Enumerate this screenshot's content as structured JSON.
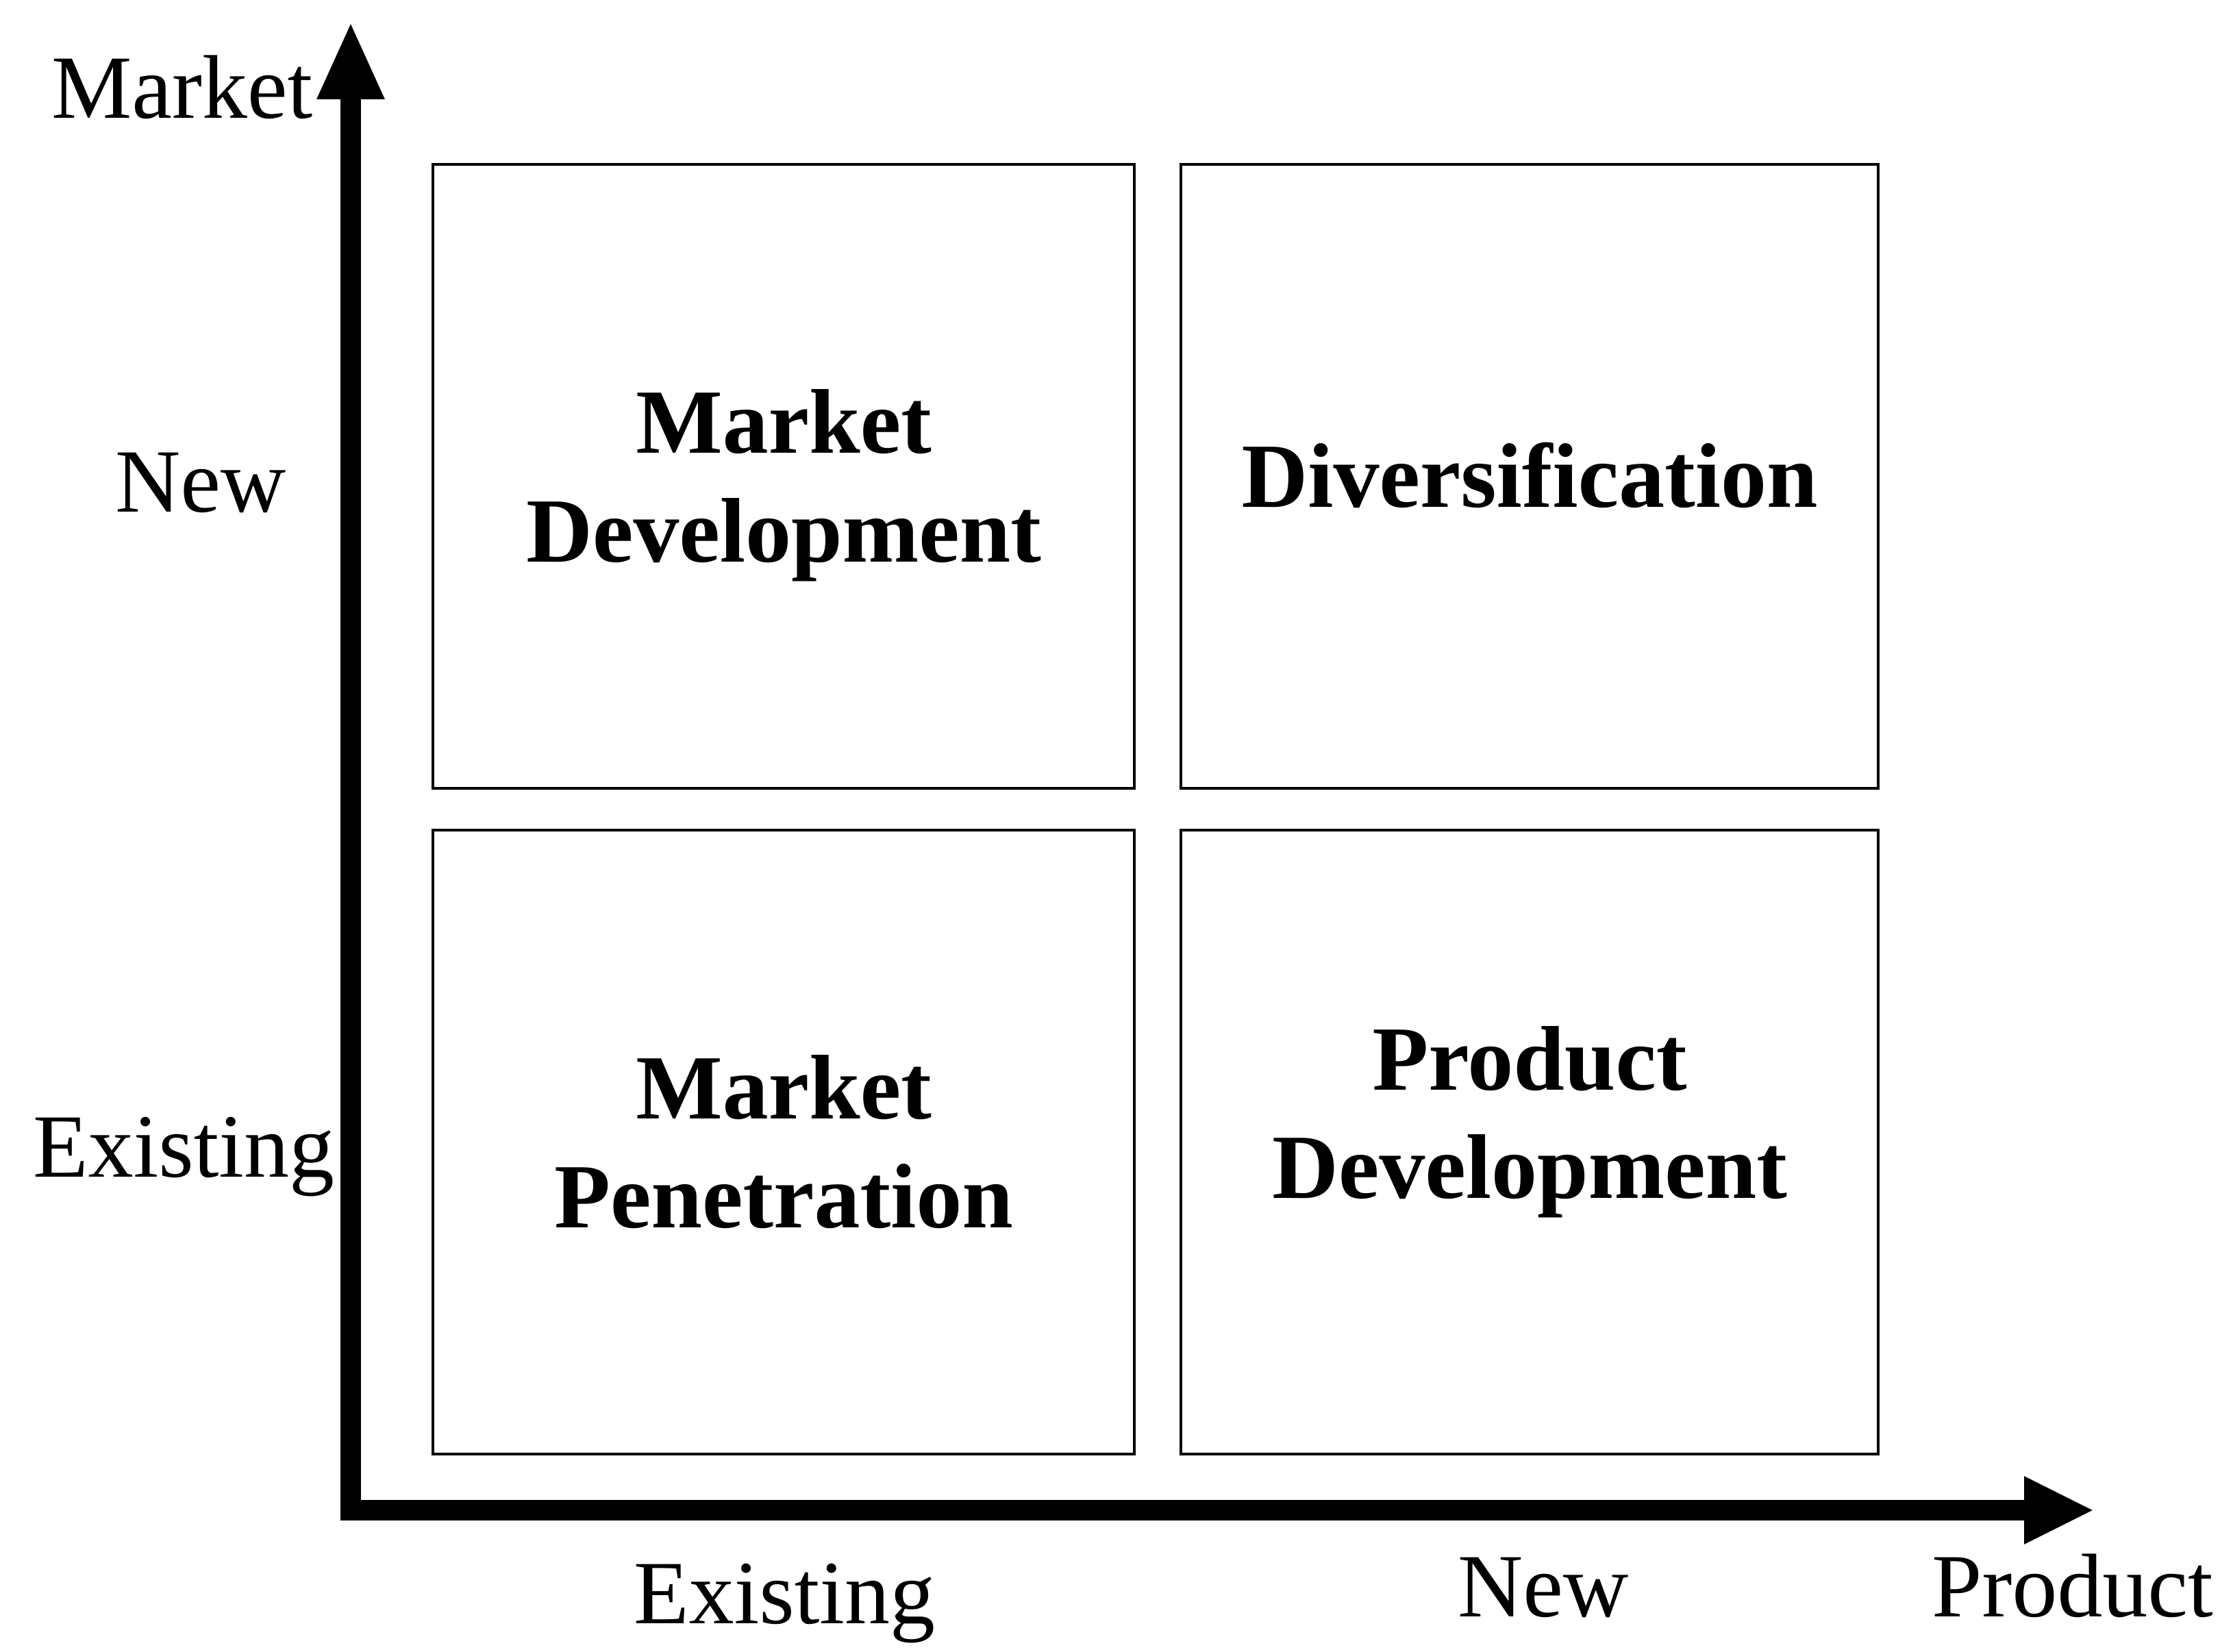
{
  "axes": {
    "y_title": "Market",
    "x_title": "Product",
    "y_ticks": {
      "top": "New",
      "bottom": "Existing"
    },
    "x_ticks": {
      "left": "Existing",
      "right": "New"
    }
  },
  "quadrants": {
    "top_left": "Market\nDevelopment",
    "top_right": "Diversification",
    "bottom_left": "Market\nPenetration",
    "bottom_right": "Product\nDevelopment"
  },
  "colors": {
    "ink": "#000000",
    "background": "#ffffff"
  }
}
